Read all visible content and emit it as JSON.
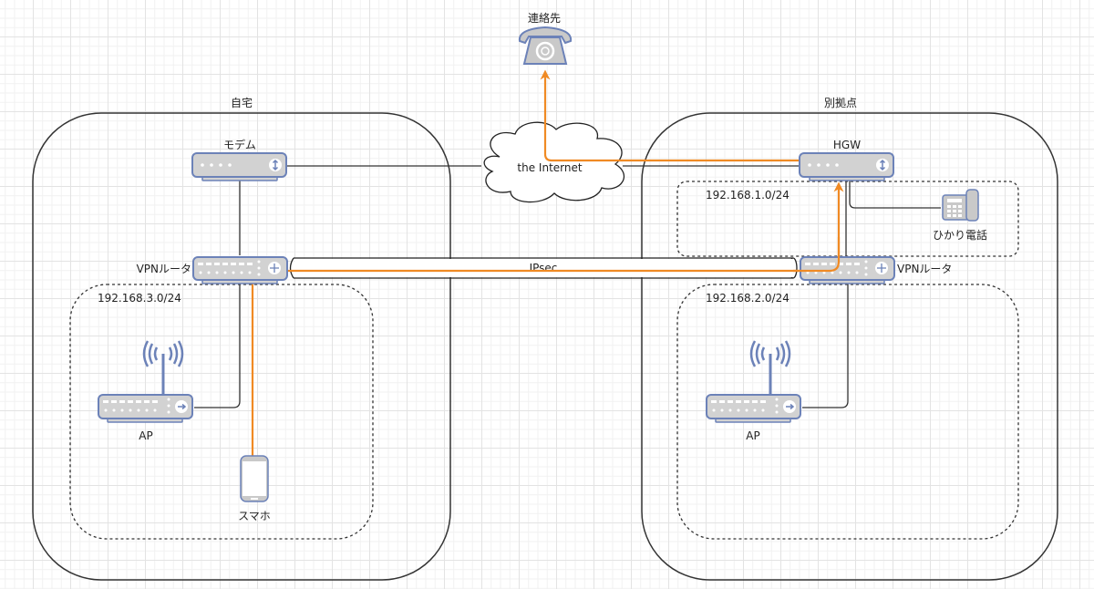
{
  "diagram": {
    "zones": [
      {
        "id": "home",
        "label": "自宅"
      },
      {
        "id": "branch",
        "label": "別拠点"
      }
    ],
    "subnets": [
      {
        "id": "home-lan",
        "label": "192.168.3.0/24"
      },
      {
        "id": "branch-hgw-lan",
        "label": "192.168.1.0/24"
      },
      {
        "id": "branch-lan",
        "label": "192.168.2.0/24"
      }
    ],
    "nodes": {
      "contact": {
        "label": "連絡先",
        "icon": "telephone-icon"
      },
      "modem": {
        "label": "モデム",
        "icon": "modem-icon"
      },
      "internet": {
        "label": "the Internet",
        "icon": "cloud-icon"
      },
      "hgw": {
        "label": "HGW",
        "icon": "modem-icon"
      },
      "hikari_phone": {
        "label": "ひかり電話",
        "icon": "ip-phone-icon"
      },
      "home_vpn": {
        "label": "VPNルータ",
        "icon": "router-icon"
      },
      "branch_vpn": {
        "label": "VPNルータ",
        "icon": "router-icon"
      },
      "home_ap": {
        "label": "AP",
        "icon": "wireless-ap-icon"
      },
      "branch_ap": {
        "label": "AP",
        "icon": "wireless-ap-icon"
      },
      "smartphone": {
        "label": "スマホ",
        "icon": "smartphone-icon"
      }
    },
    "tunnel": {
      "label": "IPsec"
    },
    "colors": {
      "device_fill": "#d2d2d2",
      "device_stroke": "#6c82b8",
      "highlight_path": "#f08a24",
      "link": "#333333"
    },
    "highlight_path": [
      "スマホ",
      "VPNルータ",
      "IPsec",
      "VPNルータ",
      "HGW",
      "the Internet",
      "連絡先"
    ]
  }
}
